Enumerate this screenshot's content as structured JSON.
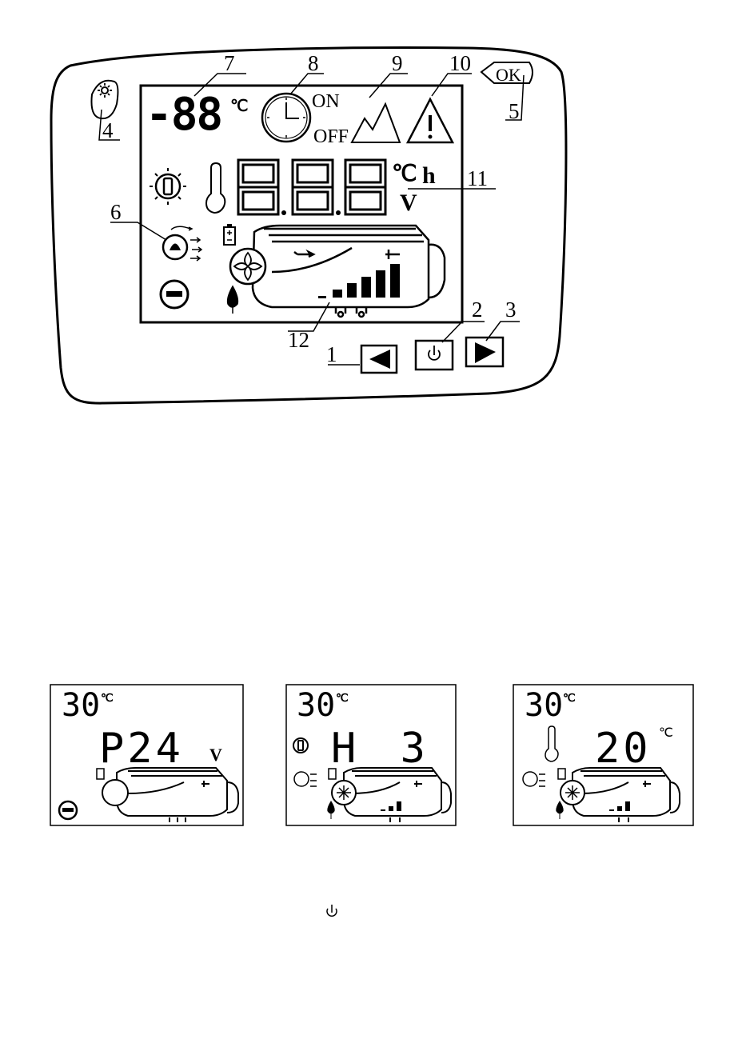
{
  "main_panel": {
    "outside_temp": "-88",
    "outside_unit": "℃",
    "timer_on": "ON",
    "timer_off": "OFF",
    "main_display": "8.8.8",
    "main_unit_c": "℃",
    "main_unit_h": "h",
    "main_unit_v": "V",
    "ok_label": "OK",
    "callouts": [
      "1",
      "2",
      "3",
      "4",
      "5",
      "6",
      "7",
      "8",
      "9",
      "10",
      "11",
      "12"
    ]
  },
  "examples": [
    {
      "temp": "30",
      "unit": "℃",
      "main": "P24",
      "suffix": "V"
    },
    {
      "temp": "30",
      "unit": "℃",
      "main": "H 3",
      "suffix": ""
    },
    {
      "temp": "30",
      "unit": "℃",
      "main": "20",
      "suffix": "℃"
    }
  ],
  "icons": [
    "sun-icon",
    "ok-button-icon",
    "clock-icon",
    "mountain-icon",
    "warning-icon",
    "settings-icon",
    "thermometer-icon",
    "battery-icon",
    "flame-icon",
    "minus-icon",
    "fan-icon",
    "fuel-drop-icon",
    "power-icon",
    "arrow-left-icon",
    "arrow-right-icon"
  ]
}
